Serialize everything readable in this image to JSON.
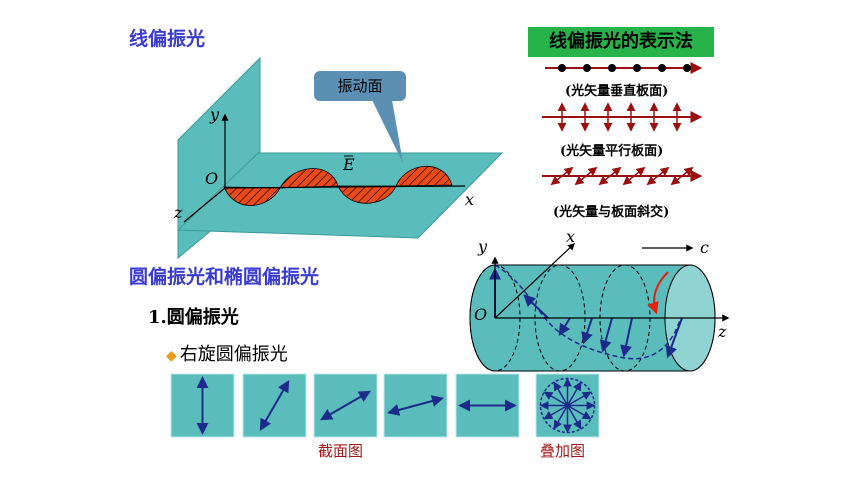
{
  "titles": {
    "linear": "线偏振光",
    "circular_elliptical": "圆偏振光和椭圆偏振光",
    "section_1": "1.圆偏振光",
    "right_handed": "右旋圆偏振光"
  },
  "callout": {
    "label": "振动面"
  },
  "wave_figure": {
    "axis_y": "y",
    "axis_x": "x",
    "axis_z": "z",
    "origin": "O",
    "vector_label": "E"
  },
  "legend": {
    "title": "线偏振光的表示法",
    "rows": [
      {
        "caption": "(光矢量垂直板面)"
      },
      {
        "caption": "(光矢量平行板面)"
      },
      {
        "caption": "(光矢量与板面斜交)"
      }
    ]
  },
  "cylinder_figure": {
    "axis_y": "y",
    "axis_x": "x",
    "axis_z": "z",
    "origin": "O",
    "speed_label": "c"
  },
  "cross_sections": {
    "caption": "截面图",
    "superposition_caption": "叠加图",
    "angles_deg": [
      90,
      60,
      30,
      15,
      0
    ]
  },
  "colors": {
    "teal": "#5bbcbc",
    "dark_teal": "#3a9a9a",
    "arrow_navy": "#1c2a8a",
    "wave_red": "#e84a1a",
    "legend_red": "#9a1010",
    "legend_box": "#27b34a",
    "title_blue": "#3b3bd1",
    "callout_blue": "#5b8fb3"
  },
  "icons": {
    "bullet": "diamond-icon"
  }
}
